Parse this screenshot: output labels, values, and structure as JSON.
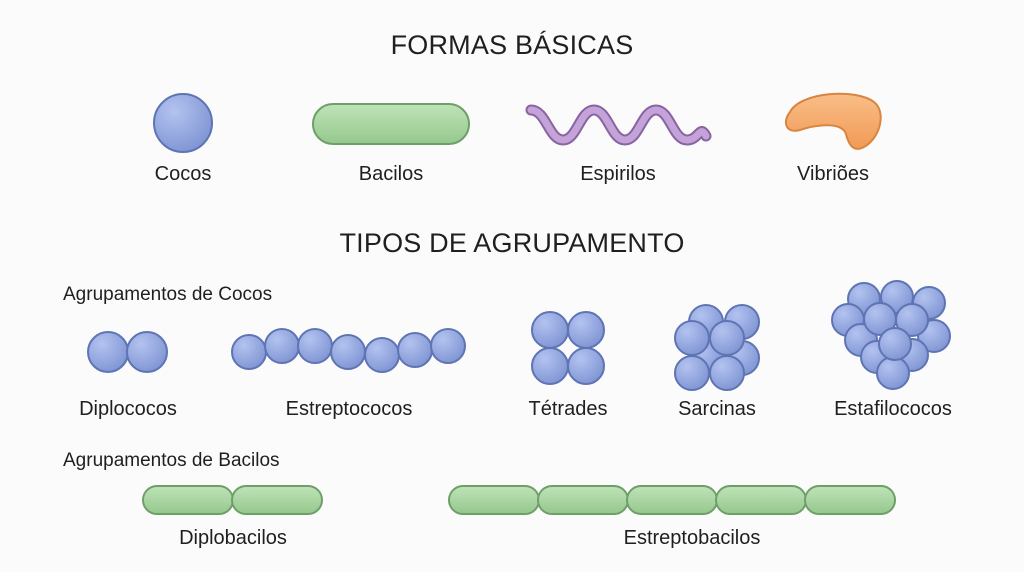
{
  "basic_forms": {
    "title": "FORMAS BÁSICAS",
    "items": [
      {
        "label": "Cocos",
        "icon": "coccus-icon"
      },
      {
        "label": "Bacilos",
        "icon": "bacillus-icon"
      },
      {
        "label": "Espirilos",
        "icon": "spirillum-icon"
      },
      {
        "label": "Vibriões",
        "icon": "vibrio-icon"
      }
    ]
  },
  "groupings": {
    "title": "TIPOS DE AGRUPAMENTO",
    "cocci_section": "Agrupamentos de Cocos",
    "cocci": [
      {
        "label": "Diplococos",
        "icon": "diplococci-icon"
      },
      {
        "label": "Estreptococos",
        "icon": "streptococci-icon"
      },
      {
        "label": "Tétrades",
        "icon": "tetrad-icon"
      },
      {
        "label": "Sarcinas",
        "icon": "sarcina-icon"
      },
      {
        "label": "Estafilococos",
        "icon": "staphylococci-icon"
      }
    ],
    "bacilli_section": "Agrupamentos de Bacilos",
    "bacilli": [
      {
        "label": "Diplobacilos",
        "icon": "diplobacilli-icon"
      },
      {
        "label": "Estreptobacilos",
        "icon": "streptobacilli-icon"
      }
    ]
  },
  "colors": {
    "coccus_fill": "#8b9fdb",
    "coccus_stroke": "#5f74b3",
    "bacillus_fill": "#a7d3a0",
    "bacillus_stroke": "#6f9f68",
    "spirillum": "#b48fcb",
    "spirillum_stroke": "#8a63a3",
    "vibrio_fill": "#f5a86a",
    "vibrio_stroke": "#d9843f"
  }
}
